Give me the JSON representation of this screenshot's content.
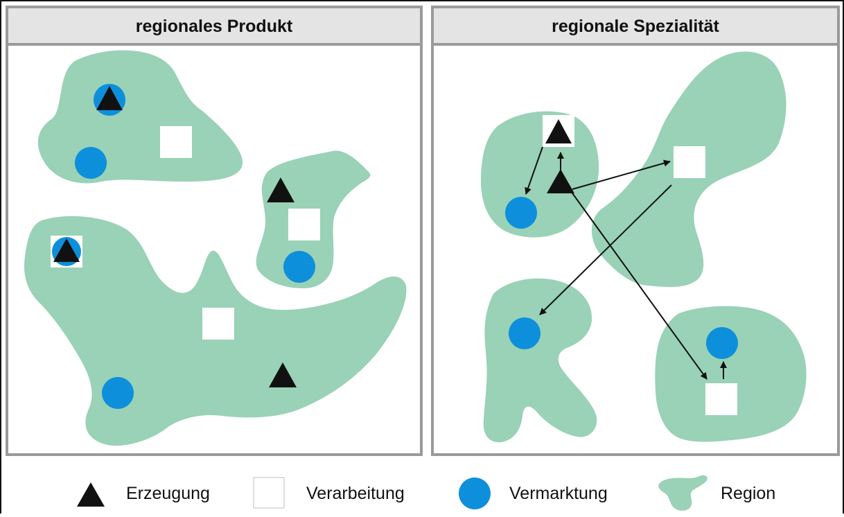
{
  "panels": {
    "left": {
      "title": "regionales Produkt"
    },
    "right": {
      "title": "regionale Spezialität"
    }
  },
  "legend": {
    "production": "Erzeugung",
    "processing": "Verarbeitung",
    "marketing": "Vermarktung",
    "region": "Region"
  },
  "colors": {
    "region_fill": "#99d2b6",
    "marketing_circle": "#0e8fdb",
    "production_triangle": "#111111",
    "processing_square": "#ffffff",
    "panel_border": "#9a9a9a",
    "title_bar": "#e4e4e4"
  },
  "icons": {
    "production": "triangle-icon",
    "processing": "square-icon",
    "marketing": "circle-icon",
    "region": "blob-icon",
    "flow": "arrow-icon"
  }
}
